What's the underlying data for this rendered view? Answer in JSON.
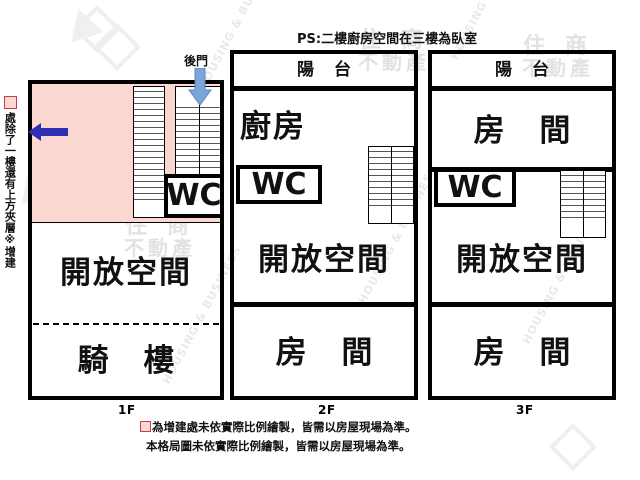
{
  "top_note": "PS:二樓廚房空間在三樓為臥室",
  "back_door_label": "後門",
  "left_note": {
    "legend_swatch_color": "#fbd7d1",
    "text": "處除了一樓還有上方夾層※增建"
  },
  "footnotes": [
    "為增建處未依實際比例繪製，皆需以房屋現場為準。",
    "本格局圖未依實際比例繪製，皆需以房屋現場為準。"
  ],
  "watermark": {
    "logo_line1": "住 商",
    "logo_line2": "不動產",
    "diagonal": "HOUSING & BUSINESS"
  },
  "colors": {
    "extension_pink": "#fbd7d1",
    "swatch_border": "#c83c4e",
    "arrow_blue": "#2f2fb4",
    "arrow_blue_light": "#7aa7d9",
    "wall_black": "#000000"
  },
  "floors": [
    {
      "id": "1F",
      "label": "1F",
      "rooms": [
        {
          "name": "open-space",
          "label": "開放空間"
        },
        {
          "name": "arcade",
          "label": "騎 樓"
        },
        {
          "name": "wc",
          "label": "WC"
        }
      ],
      "features": [
        "pink-extension-area",
        "stair-a",
        "stair-b",
        "back-door-arrow",
        "left-arrow",
        "dashed-divider"
      ]
    },
    {
      "id": "2F",
      "label": "2F",
      "rooms": [
        {
          "name": "balcony",
          "label": "陽 台"
        },
        {
          "name": "kitchen",
          "label": "廚房"
        },
        {
          "name": "wc",
          "label": "WC"
        },
        {
          "name": "open-space",
          "label": "開放空間"
        },
        {
          "name": "bedroom",
          "label": "房 間"
        }
      ],
      "features": [
        "stair"
      ]
    },
    {
      "id": "3F",
      "label": "3F",
      "rooms": [
        {
          "name": "balcony",
          "label": "陽 台"
        },
        {
          "name": "bedroom-front",
          "label": "房 間"
        },
        {
          "name": "wc",
          "label": "WC"
        },
        {
          "name": "open-space",
          "label": "開放空間"
        },
        {
          "name": "bedroom-rear",
          "label": "房 間"
        }
      ],
      "features": [
        "stair"
      ]
    }
  ]
}
